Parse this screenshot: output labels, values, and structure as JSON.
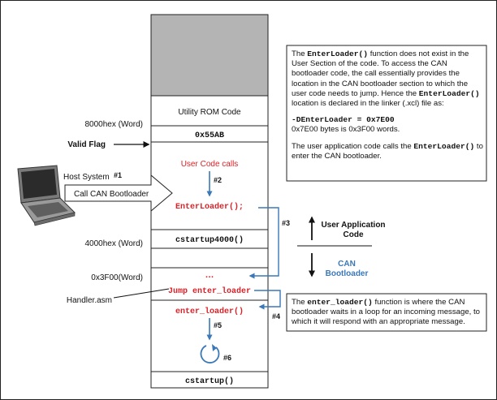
{
  "colors": {
    "accent_red": "#dd1f26",
    "accent_blue": "#3a78b8",
    "grey_fill": "#b4b4b4",
    "outline": "#222222"
  },
  "memory_map": {
    "utility_rom": "Utility ROM Code",
    "valid_flag_value": "0x55AB",
    "user_code_calls": "User Code calls",
    "enter_loader_call": "EnterLoader();",
    "cstartup4000": "cstartup4000()",
    "ellipsis": "…",
    "jump": "Jump enter_loader",
    "enter_loader_fn": "enter_loader()",
    "cstartup": "cstartup()"
  },
  "address_labels": {
    "addr_8000": "8000hex (Word)",
    "valid_flag": "Valid Flag",
    "addr_4000": "4000hex (Word)",
    "addr_3f00": "0x3F00(Word)",
    "handler": "Handler.asm"
  },
  "host": {
    "host_system": "Host System",
    "call_can": "Call CAN Bootloader"
  },
  "step_labels": {
    "s1": "#1",
    "s2": "#2",
    "s3": "#3",
    "s4": "#4",
    "s5": "#5",
    "s6": "#6"
  },
  "legend": {
    "user_app_line1": "User Application",
    "user_app_line2": "Code",
    "can_line1": "CAN",
    "can_line2": "Bootloader"
  },
  "note_top": {
    "p1_a": "The ",
    "p1_code1": "EnterLoader()",
    "p1_b": " function does not exist in the User Section of the code. To access the CAN bootloader code, the call essentially provides the location in the CAN bootloader section to which the user code needs to jump. Hence the ",
    "p1_code2": "EnterLoader()",
    "p1_c": " location is declared in the linker (.xcl) file as:",
    "p2_code": "-DEnterLoader = 0x7E00",
    "p2_text": "0x7E00 bytes is 0x3F00 words.",
    "p3_a": "The user application code calls the ",
    "p3_code": "EnterLoader()",
    "p3_b": " to enter the CAN bootloader."
  },
  "note_bottom": {
    "a": "The ",
    "code": "enter_loader()",
    "b": " function is where the CAN bootloader waits in a loop for an incoming message, to which it will respond with an appropriate message."
  }
}
